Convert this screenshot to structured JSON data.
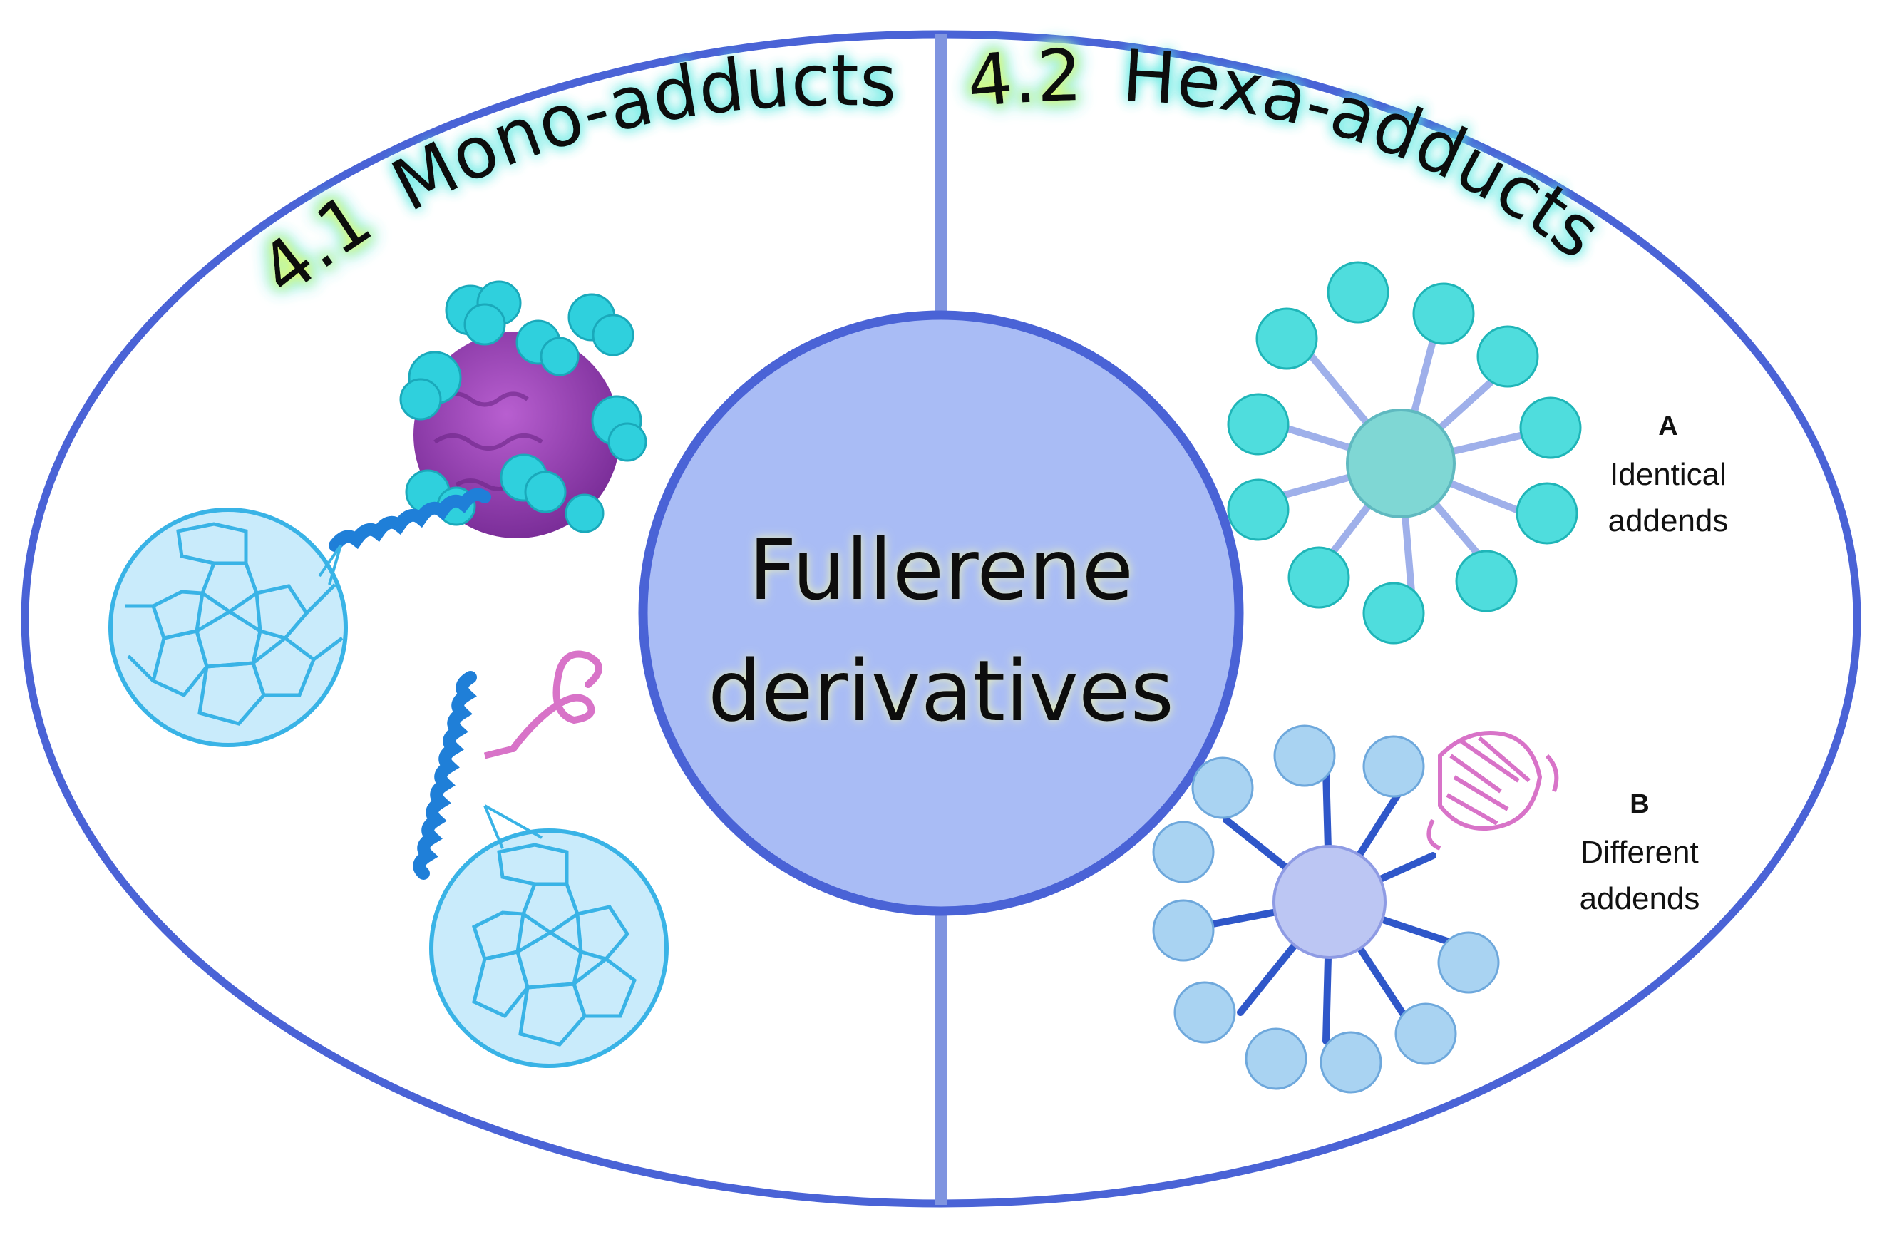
{
  "diagram": {
    "center_title_line1": "Fullerene",
    "center_title_line2": "derivatives",
    "left_section": {
      "number": "4.1",
      "name": "Mono-adducts"
    },
    "right_section": {
      "number": "4.2",
      "name": "Hexa-adducts"
    },
    "panel_a": {
      "letter": "A",
      "line1": "Identical",
      "line2": "addends"
    },
    "panel_b": {
      "letter": "B",
      "line1": "Different",
      "line2": "addends"
    }
  },
  "colors": {
    "outline": "#4a63d6",
    "center_fill": "#a9bcf5",
    "fullerene_blue": "#39b3e6",
    "fullerene_cyan": "#26d3d3",
    "fullerene_light": "#7cc3ec",
    "virus_purple": "#9c43b4",
    "protein_pink": "#d873c8",
    "linker_blue": "#2f57c9",
    "linker_light": "#9fb0ea",
    "glow_yellow": "#eaff4a",
    "glow_cyan": "#59e8e0"
  }
}
